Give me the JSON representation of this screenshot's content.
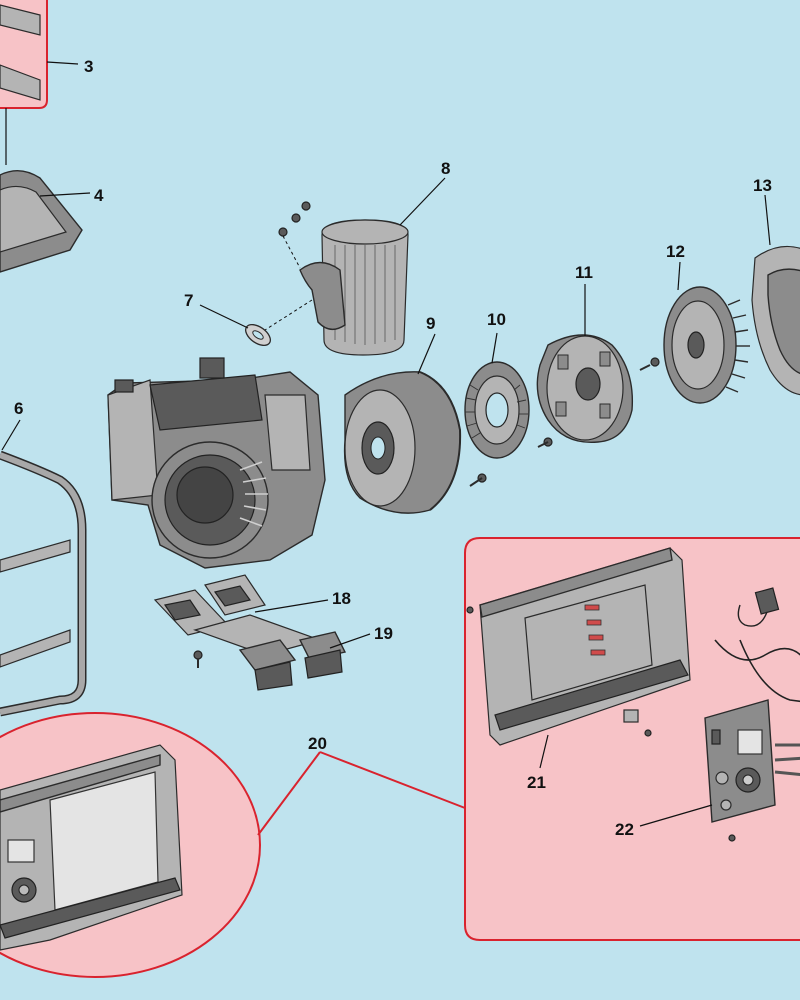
{
  "callouts": {
    "c3": "3",
    "c4": "4",
    "c6": "6",
    "c7": "7",
    "c8": "8",
    "c9": "9",
    "c10": "10",
    "c11": "11",
    "c12": "12",
    "c13": "13",
    "c18": "18",
    "c19": "19",
    "c20": "20",
    "c21": "21",
    "c22": "22"
  },
  "colors": {
    "background": "#bfe3ee",
    "highlight_fill": "#f7c3c7",
    "highlight_stroke": "#d9232e",
    "part_gray": "#8c8c8c"
  }
}
